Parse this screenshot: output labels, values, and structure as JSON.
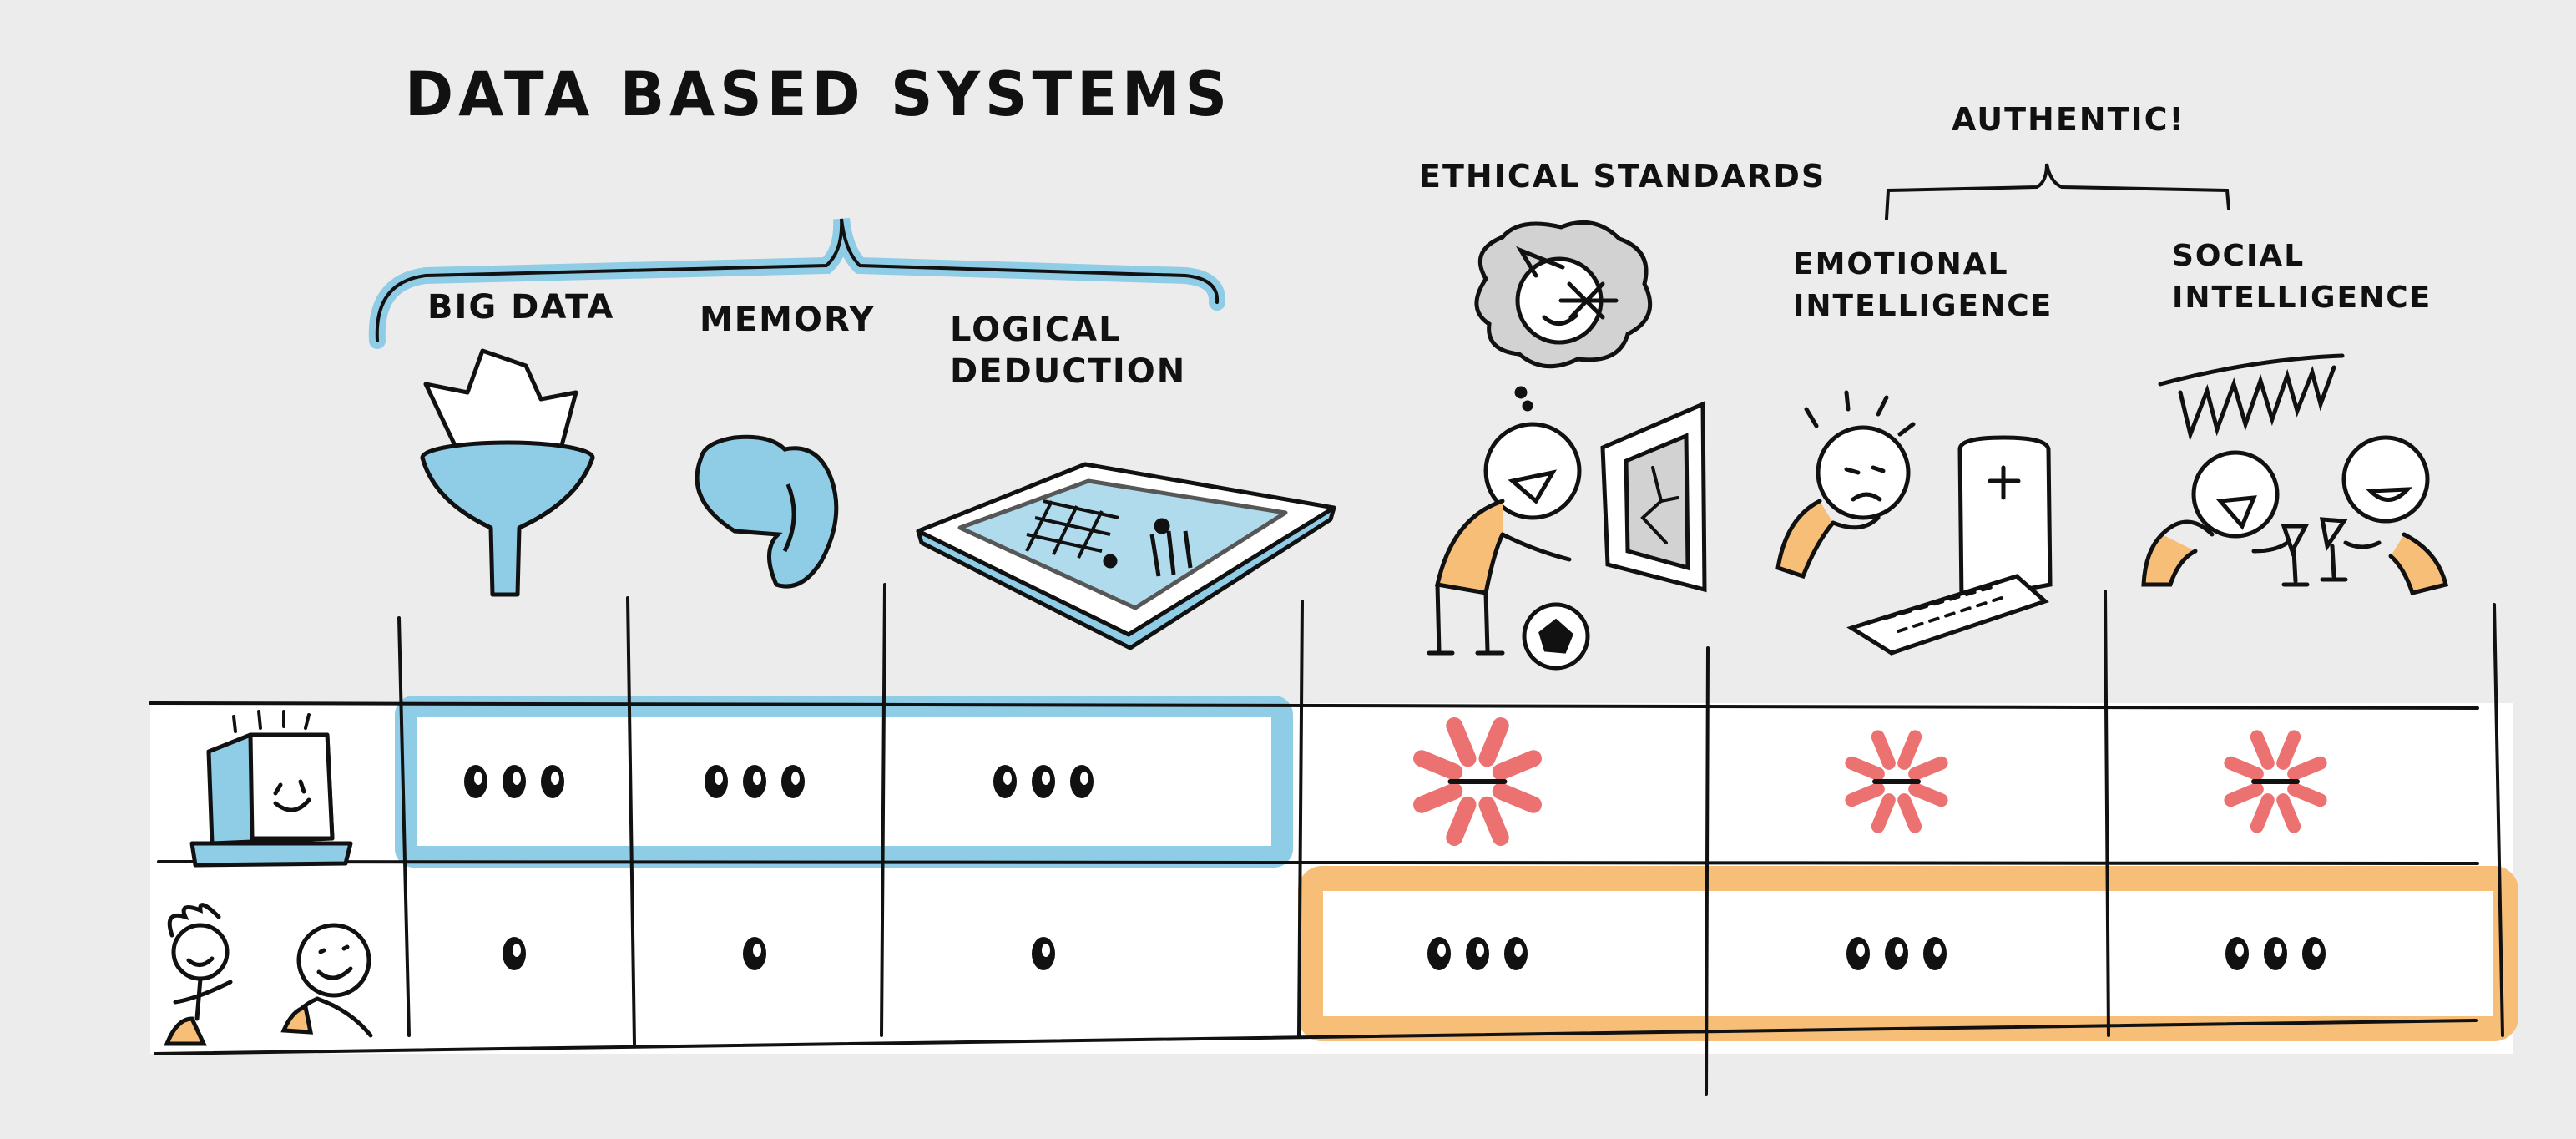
{
  "title": "DATA BASED SYSTEMS",
  "authentic_label": "AUTHENTIC!",
  "columns": [
    {
      "id": "big-data",
      "label": "BIG DATA",
      "icon": "funnel-icon",
      "group": "data"
    },
    {
      "id": "memory",
      "label": "MEMORY",
      "icon": "brain-icon",
      "group": "data"
    },
    {
      "id": "logical-deduction",
      "label": "LOGICAL DEDUCTION",
      "label_lines": [
        "LOGICAL",
        "DEDUCTION"
      ],
      "icon": "chessboard-icon",
      "group": "data"
    },
    {
      "id": "ethical-standards",
      "label": "ETHICAL STANDARDS",
      "icon": "thinking-person-icon",
      "group": "human"
    },
    {
      "id": "emotional-intelligence",
      "label": "EMOTIONAL INTELLIGENCE",
      "label_lines": [
        "EMOTIONAL",
        "INTELLIGENCE"
      ],
      "icon": "grieving-person-icon",
      "group": "human"
    },
    {
      "id": "social-intelligence",
      "label": "SOCIAL INTELLIGENCE",
      "label_lines": [
        "SOCIAL",
        "INTELLIGENCE"
      ],
      "icon": "toasting-people-icon",
      "group": "human"
    }
  ],
  "rows": [
    {
      "id": "computer",
      "icon": "computer-icon",
      "ratings": [
        3,
        3,
        3,
        "none",
        "none",
        "none"
      ]
    },
    {
      "id": "humans",
      "icon": "two-people-icon",
      "ratings": [
        1,
        1,
        1,
        3,
        3,
        3
      ]
    }
  ],
  "colors": {
    "blue": "#8fcde6",
    "orange": "#f7be78",
    "red": "#ec7171",
    "ink": "#111111",
    "paper": "#ffffff",
    "bg": "#ececec"
  }
}
